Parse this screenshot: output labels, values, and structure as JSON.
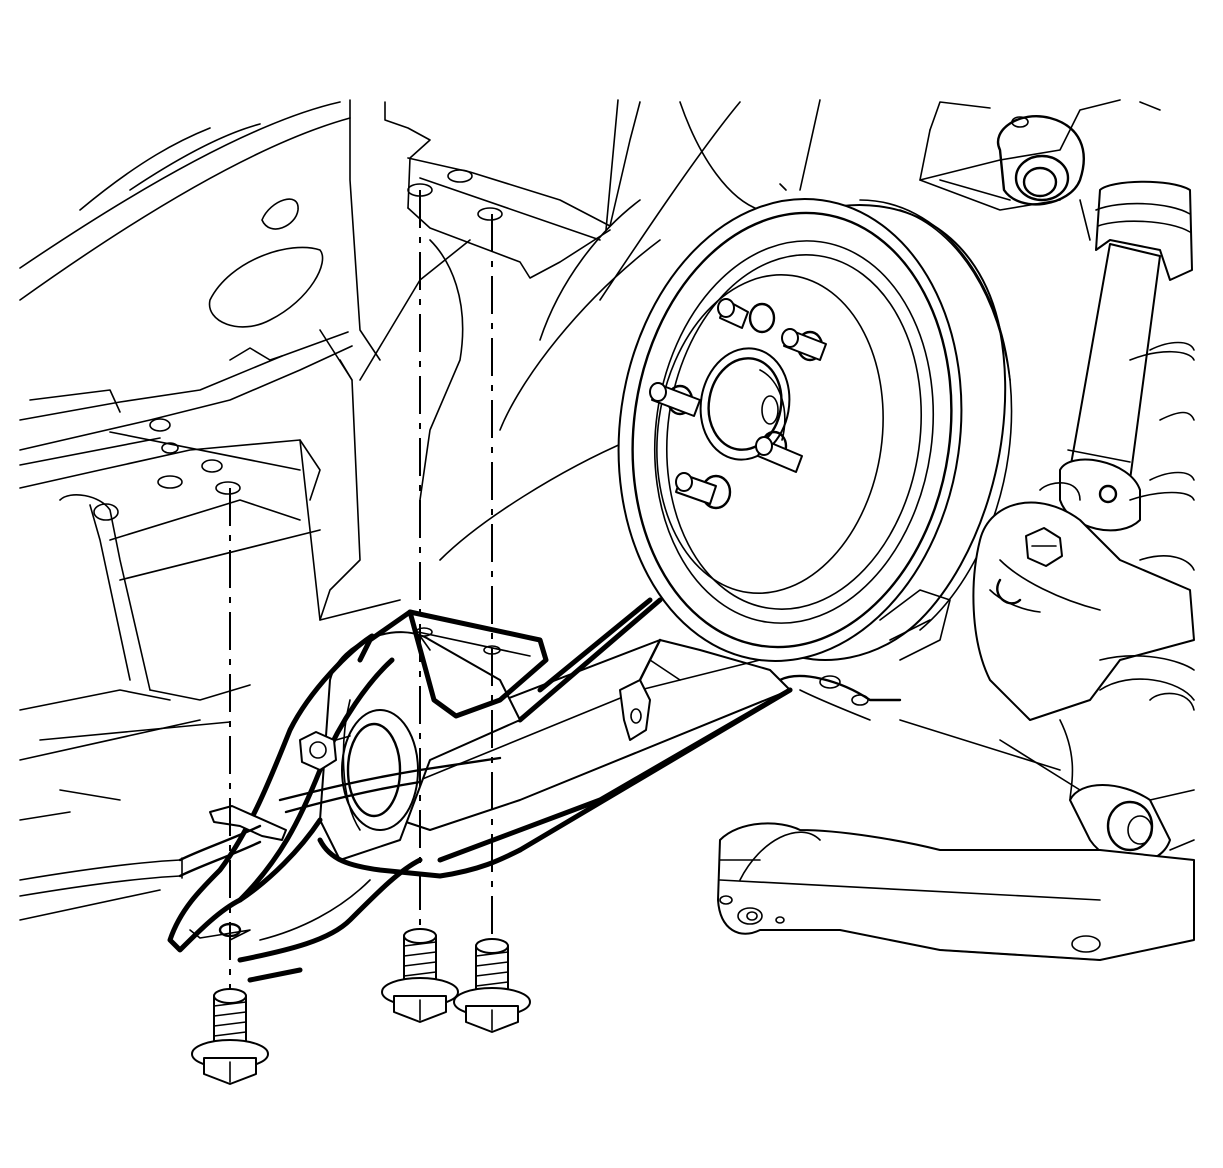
{
  "figure": {
    "colors": {
      "line": "#000000",
      "background": "#ffffff"
    },
    "parts": {
      "body_structure": "vehicle-body",
      "brake_drum": "rear-brake-drum",
      "shock_absorber": "rear-shock-absorber",
      "axle_beam": "rear-axle-beam",
      "bracket": "highlighted-bracket",
      "lower_arm": "lower-control-arm"
    },
    "fasteners": [
      {
        "name": "bolt-1",
        "kind": "flange-bolt"
      },
      {
        "name": "bolt-2",
        "kind": "flange-bolt"
      },
      {
        "name": "bolt-3",
        "kind": "flange-bolt"
      }
    ],
    "callouts": []
  }
}
